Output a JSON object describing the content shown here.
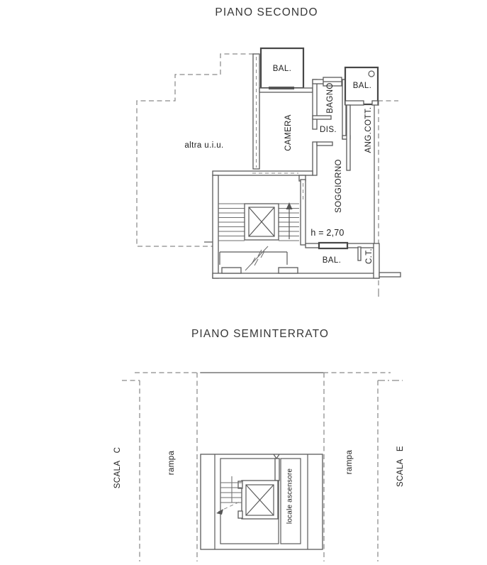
{
  "document": {
    "type": "architectural floor plan",
    "colors": {
      "background": "#ffffff",
      "line": "#5a5a5a",
      "dashed_line": "#8a8a8a",
      "text": "#1e1e1e"
    }
  },
  "plan1": {
    "title": "PIANO SECONDO",
    "labels": {
      "bal_top": "BAL.",
      "camera": "CAMERA",
      "bagno": "BAGNO",
      "dis": "DIS.",
      "bal_right": "BAL.",
      "ang_cott": "ANG.COTT.",
      "soggiorno": "SOGGIORNO",
      "altra_uiu": "altra u.i.u.",
      "height_note": "h = 2,70",
      "bal_bottom": "BAL.",
      "ct": "C.T."
    }
  },
  "plan2": {
    "title": "PIANO SEMINTERRATO",
    "labels": {
      "scala_c": "SCALA   C",
      "rampa_left": "rampa",
      "locale_ascensore": "locale ascensore",
      "rampa_right": "rampa",
      "scala_e": "SCALA   E"
    }
  }
}
